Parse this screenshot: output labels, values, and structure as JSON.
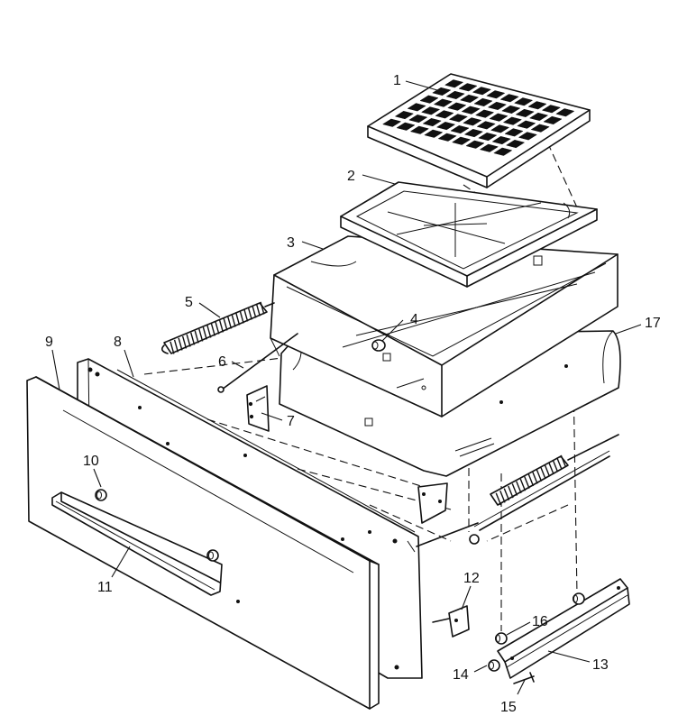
{
  "callouts": [
    {
      "id": "1",
      "label": "1"
    },
    {
      "id": "2",
      "label": "2"
    },
    {
      "id": "3",
      "label": "3"
    },
    {
      "id": "4",
      "label": "4"
    },
    {
      "id": "5",
      "label": "5"
    },
    {
      "id": "6",
      "label": "6"
    },
    {
      "id": "7",
      "label": "7"
    },
    {
      "id": "8",
      "label": "8"
    },
    {
      "id": "9",
      "label": "9"
    },
    {
      "id": "10",
      "label": "10"
    },
    {
      "id": "11",
      "label": "11"
    },
    {
      "id": "12",
      "label": "12"
    },
    {
      "id": "13",
      "label": "13"
    },
    {
      "id": "14",
      "label": "14"
    },
    {
      "id": "15",
      "label": "15"
    },
    {
      "id": "16",
      "label": "16"
    },
    {
      "id": "17",
      "label": "17"
    }
  ],
  "colors": {
    "line": "#111111",
    "background": "#ffffff"
  }
}
